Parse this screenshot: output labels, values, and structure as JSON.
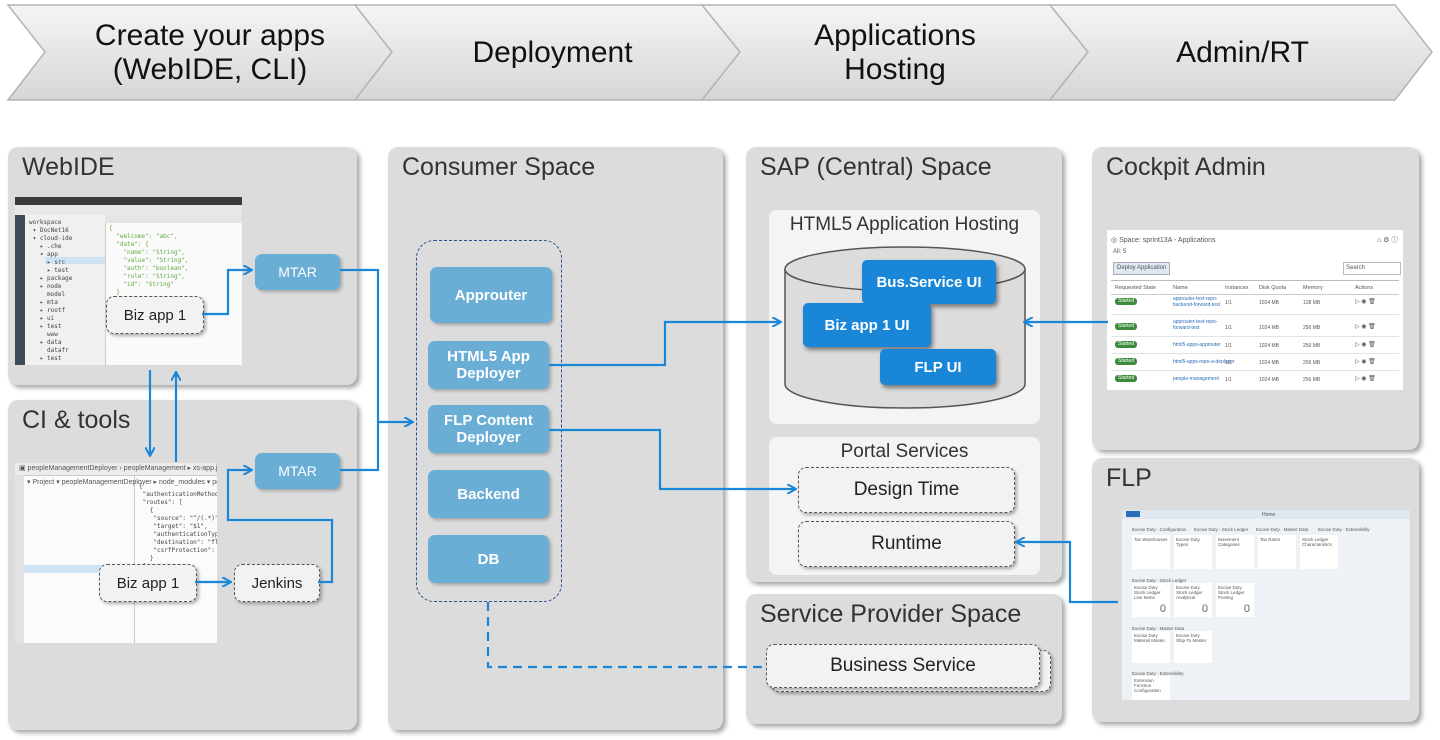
{
  "stages": [
    {
      "label": "Create your apps\n(WebIDE, CLI)"
    },
    {
      "label": "Deployment"
    },
    {
      "label": "Applications\nHosting"
    },
    {
      "label": "Admin/RT"
    }
  ],
  "panels": {
    "webide": {
      "title": "WebIDE",
      "biz_app": "Biz app 1",
      "mtar": "MTAR"
    },
    "ci_tools": {
      "title": "CI & tools",
      "biz_app": "Biz app 1",
      "jenkins": "Jenkins",
      "mtar": "MTAR"
    },
    "consumer_space": {
      "title": "Consumer Space",
      "items": [
        "Approuter",
        "HTML5 App\nDeployer",
        "FLP Content\nDeployer",
        "Backend",
        "DB"
      ]
    },
    "sap_space": {
      "title": "SAP (Central) Space",
      "hosting": {
        "title": "HTML5 Application Hosting",
        "apps": [
          "Bus.Service UI",
          "Biz app 1  UI",
          "FLP  UI"
        ]
      },
      "portal": {
        "title": "Portal Services",
        "items": [
          "Design Time",
          "Runtime"
        ]
      }
    },
    "provider_space": {
      "title": "Service Provider Space",
      "business_service": "Business Service"
    },
    "cockpit": {
      "title": "Cockpit Admin",
      "header": "Space: sprint13A - Applications",
      "count": "All: 5",
      "deploy_btn": "Deploy Application",
      "search": "Search",
      "columns": [
        "Requested State",
        "Name",
        "Instances",
        "Disk Quota",
        "Memory",
        "Actions"
      ],
      "rows": [
        {
          "state": "Started",
          "name": "approuter-test-repo-backend-forward-test",
          "inst": "1/1",
          "disk": "1024 MB",
          "mem": "128 MB"
        },
        {
          "state": "Started",
          "name": "approuter-test-repo-forward-test",
          "inst": "1/1",
          "disk": "1024 MB",
          "mem": "256 MB"
        },
        {
          "state": "Started",
          "name": "html5-apps-approuter",
          "inst": "1/1",
          "disk": "1024 MB",
          "mem": "256 MB"
        },
        {
          "state": "Started",
          "name": "html5-apps-repo-a-deployer",
          "inst": "1/1",
          "disk": "1024 MB",
          "mem": "256 MB"
        },
        {
          "state": "Started",
          "name": "people-management",
          "inst": "1/1",
          "disk": "1024 MB",
          "mem": "256 MB"
        }
      ]
    },
    "flp": {
      "title": "FLP",
      "home": "Home",
      "tabs": [
        "Excise Duty - Configuration",
        "Excise Duty - Stock Ledger",
        "Excise Duty - Master Data",
        "Excise Duty - Extensibility"
      ],
      "tiles_row1": [
        "Tax Warehouses",
        "Excise Duty Types",
        "Movement Categories",
        "Tax Rates",
        "Stock Ledger Characteristics"
      ],
      "group2": "Excise Duty - Stock Ledger",
      "tiles_row2": [
        "Excise Duty Stock Ledger Line Items",
        "Excise Duty Stock Ledger Analytical",
        "Excise Duty Stock Ledger Posting"
      ],
      "tile_count": "0",
      "group3": "Excise Duty - Master Data",
      "tiles_row3": [
        "Excise Duty Material Master",
        "Excise Duty Ship-To Master"
      ],
      "group4": "Excise Duty - Extensibility",
      "tiles_row4": [
        "Extension Function Configuration"
      ]
    }
  },
  "colors": {
    "accent": "#1a86d8",
    "light_blue": "#6aaed6",
    "panel": "#dcdcdc"
  }
}
